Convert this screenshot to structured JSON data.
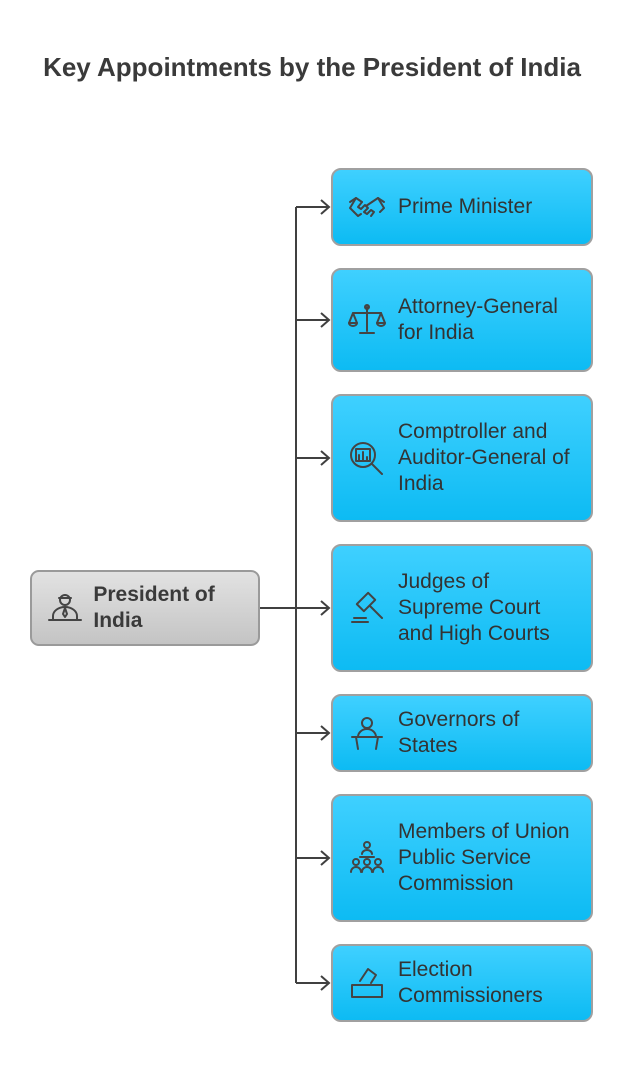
{
  "title": "Key Appointments by the President of India",
  "root": {
    "label": "President of India",
    "icon": "president-icon"
  },
  "appointments": [
    {
      "label": "Prime Minister",
      "icon": "handshake-icon"
    },
    {
      "label": "Attorney-General for India",
      "icon": "scales-icon"
    },
    {
      "label": "Comptroller and Auditor-General of India",
      "icon": "audit-magnifier-icon"
    },
    {
      "label": "Judges of Supreme Court and High Courts",
      "icon": "gavel-icon"
    },
    {
      "label": "Governors of States",
      "icon": "governor-podium-icon"
    },
    {
      "label": "Members of Union Public Service Commission",
      "icon": "commission-group-icon"
    },
    {
      "label": "Election Commissioners",
      "icon": "ballot-box-icon"
    }
  ],
  "colors": {
    "node_fill": "#1cc3f7",
    "root_fill": "#d3d3d3",
    "connector": "#404040",
    "text": "#333333"
  }
}
